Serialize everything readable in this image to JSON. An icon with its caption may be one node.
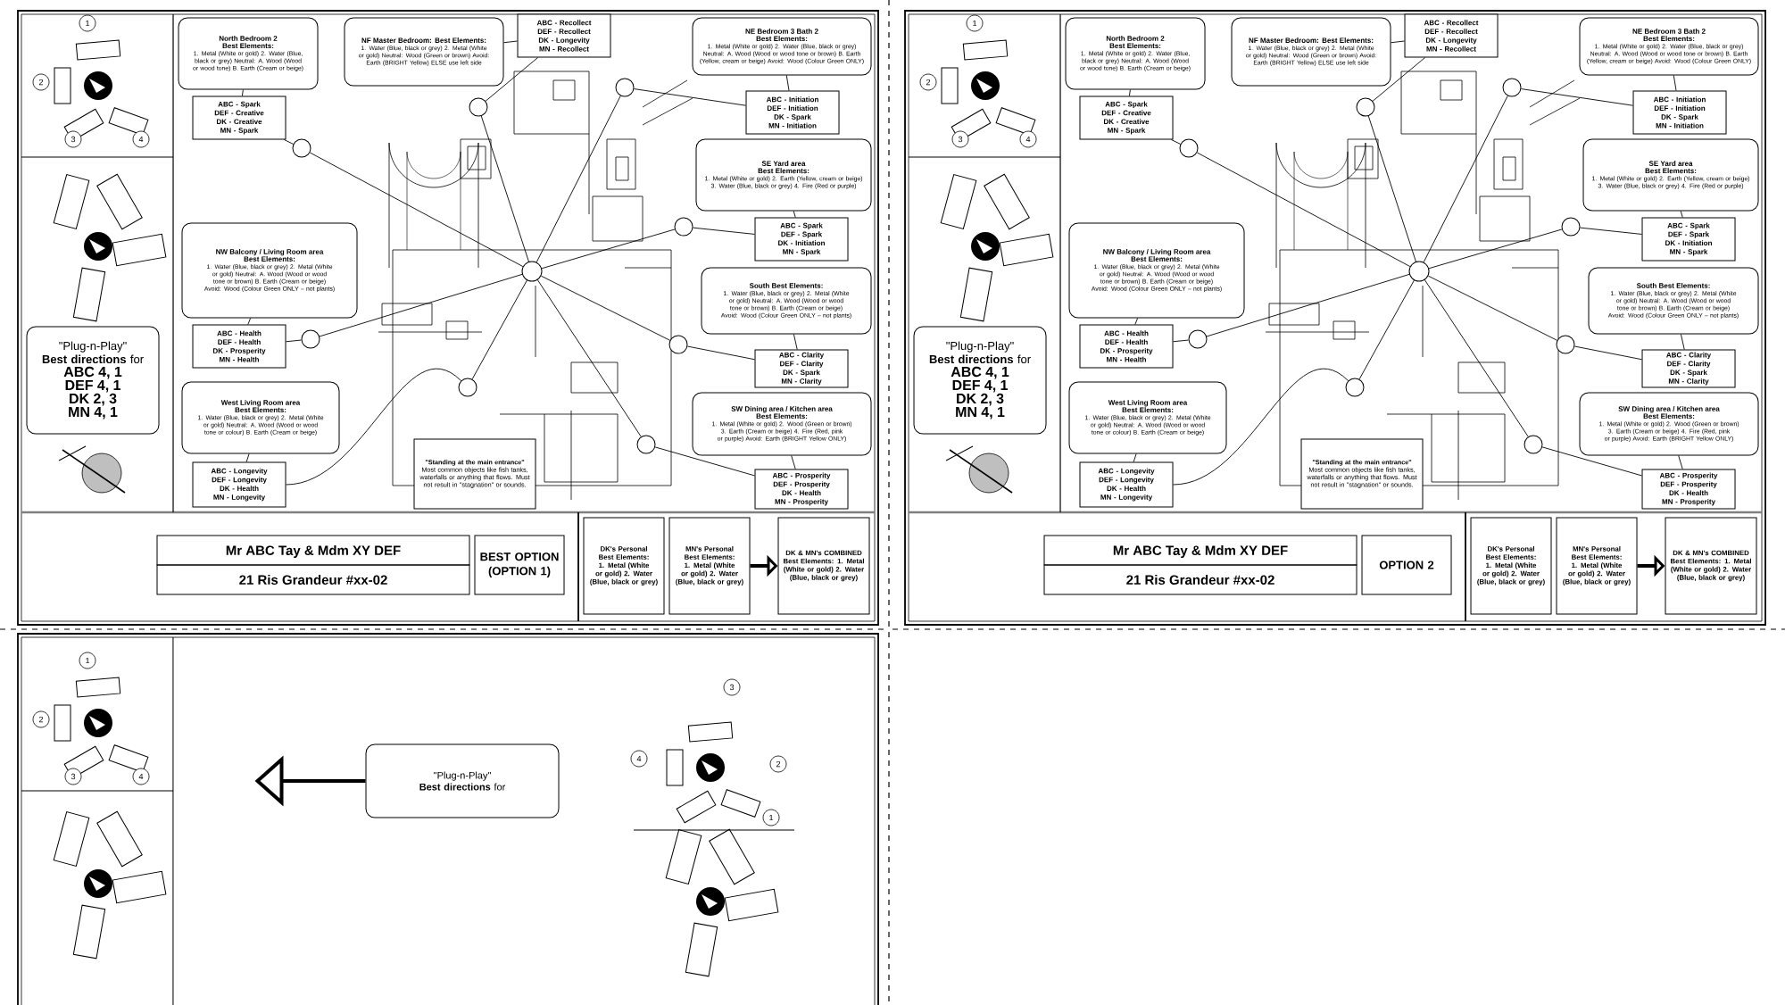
{
  "diagram": {
    "nodes": [
      {
        "text": [
          "North Bedroom 2",
          "Best Elements:",
          "1. Metal (White or gold) 2. Water (Blue, black or grey) Neutral: A. Wood (Wood or wood tone) B. Earth (Cream or beige)"
        ]
      },
      {
        "text": [
          "ABC - Spark",
          "DEF - Creative",
          "DK - Creative",
          "MN - Spark"
        ]
      },
      {
        "text": [
          "NF Master Bedroom: Best Elements:",
          "1. Water (Blue, black or grey) 2. Metal (White or gold) Neutral: Wood (Green or brown) Avoid: Earth (BRIGHT Yellow) ELSE use left side"
        ]
      },
      {
        "text": [
          "ABC - Recollect",
          "DEF - Recollect",
          "DK - Longevity",
          "MN - Recollect"
        ]
      },
      {
        "text": [
          "NE Bedroom 3 Bath 2",
          "Best Elements:",
          "1. Metal (White or gold) 2. Water (Blue, black or grey) Neutral: A. Wood (Wood or wood tone or brown) B. Earth (Yellow, cream or beige) Avoid: Wood (Colour Green ONLY)"
        ]
      },
      {
        "text": [
          "ABC - Initiation",
          "DEF - Initiation",
          "DK - Spark",
          "MN - Initiation"
        ]
      },
      {
        "text": [
          "SE Yard area",
          "Best Elements:",
          "1. Metal (White or gold) 2. Earth (Yellow, cream or beige) 3. Water (Blue, black or grey) 4. Fire (Red or purple)"
        ]
      },
      {
        "text": [
          "ABC - Spark",
          "DEF - Spark",
          "DK - Initiation",
          "MN - Spark"
        ]
      },
      {
        "text": [
          "NW Balcony / Living Room area",
          "Best Elements:",
          "1. Water (Blue, black or grey) 2. Metal (White or gold) Neutral: A. Wood (Wood or wood tone or brown) B. Earth (Cream or beige) Avoid: Wood (Colour Green ONLY – not plants)"
        ]
      },
      {
        "text": [
          "ABC - Health",
          "DEF - Health",
          "DK - Prosperity",
          "MN - Health"
        ]
      },
      {
        "text": [
          "South Best Elements:",
          "1. Water (Blue, black or grey) 2. Metal (White or gold) Neutral: A. Wood (Wood or wood tone or brown) B. Earth (Cream or beige) Avoid: Wood (Colour Green ONLY – not plants)"
        ]
      },
      {
        "text": [
          "ABC - Clarity",
          "DEF - Clarity",
          "DK - Spark",
          "MN - Clarity"
        ]
      },
      {
        "text": [
          "West Living Room area",
          "Best Elements:",
          "1. Water (Blue, black or grey) 2. Metal (White or gold) Neutral: A. Wood (Wood or wood tone or colour) B. Earth (Cream or beige)"
        ]
      },
      {
        "text": [
          "ABC - Longevity",
          "DEF - Longevity",
          "DK - Health",
          "MN - Longevity"
        ]
      },
      {
        "text": [
          "SW Dining area / Kitchen area",
          "Best Elements:",
          "1. Metal (White or gold) 2. Wood (Green or brown) 3. Earth (Cream or beige) 4. Fire (Red, pink or purple) Avoid: Earth (BRIGHT Yellow ONLY)"
        ]
      },
      {
        "text": [
          "ABC - Prosperity",
          "DEF - Prosperity",
          "DK - Health",
          "MN - Prosperity"
        ]
      },
      {
        "text": [
          "\"Standing at the main entrance\"",
          "Most common objects like fish tanks, waterfalls or anything that flows. Must not result in \"stagnation\" or sounds."
        ]
      },
      {
        "text": [
          "\"Plug-n-Play\"",
          "**Best directions** for",
          "ABC 4, 1",
          "DEF 4, 1",
          "DK 2, 3",
          "MN 4, 1"
        ]
      },
      {
        "text": [],
        "shape": "circle"
      },
      {
        "text": [],
        "shape": "circle"
      },
      {
        "text": [],
        "shape": "circle"
      },
      {
        "text": [],
        "shape": "circle"
      },
      {
        "text": [],
        "shape": "circle"
      },
      {
        "text": [],
        "shape": "circle"
      },
      {
        "text": [],
        "shape": "circle"
      },
      {
        "text": [],
        "shape": "circle"
      },
      {
        "text": [],
        "shape": "circle"
      },
      {
        "text": [
          "Mr ABC Tay & Mdm XY DEF",
          "21 Ris Grandeur #xx-02"
        ]
      },
      {
        "text": [
          "BEST OPTION (OPTION 1)"
        ]
      },
      {
        "text": [
          "DK's Personal Best Elements: 1. Metal (White or gold) 2. Water (Blue, black or grey)"
        ]
      },
      {
        "text": [
          "MN's Personal Best Elements: 1. Metal (White or gold) 2. Water (Blue, black or grey)"
        ]
      },
      {
        "text": [
          "DK & MN's COMBINED Best Elements: 1. Metal (White or gold) 2. Water (Blue, black or grey)"
        ]
      },
      {
        "text": [
          "North Bedroom 2",
          "Best Elements:",
          "1. Metal (White or gold) 2. Water (Blue, black or grey) Neutral: A. Wood (Wood or wood tone) B. Earth (Cream or beige)"
        ]
      },
      {
        "text": [
          "ABC - Spark",
          "DEF - Creative",
          "DK - Creative",
          "MN - Spark"
        ]
      },
      {
        "text": [
          "NF Master Bedroom: Best Elements:",
          "1. Water (Blue, black or grey) 2. Metal (White or gold) Neutral: Wood (Green or brown) Avoid: Earth (BRIGHT Yellow) ELSE use left side"
        ]
      },
      {
        "text": [
          "ABC - Recollect",
          "DEF - Recollect",
          "DK - Longevity",
          "MN - Recollect"
        ]
      },
      {
        "text": [
          "NE Bedroom 3 Bath 2",
          "Best Elements:",
          "1. Metal (White or gold) 2. Water (Blue, black or grey) Neutral: A. Wood (Wood or wood tone or brown) B. Earth (Yellow, cream or beige) Avoid: Wood (Colour Green ONLY)"
        ]
      },
      {
        "text": [
          "ABC - Initiation",
          "DEF - Initiation",
          "DK - Spark",
          "MN - Initiation"
        ]
      },
      {
        "text": [
          "SE Yard area",
          "Best Elements:",
          "1. Metal (White or gold) 2. Earth (Yellow, cream or beige) 3. Water (Blue, black or grey) 4. Fire (Red or purple)"
        ]
      },
      {
        "text": [
          "ABC - Spark",
          "DEF - Spark",
          "DK - Initiation",
          "MN - Spark"
        ]
      },
      {
        "text": [
          "NW Balcony / Living Room area",
          "Best Elements:",
          "1. Water (Blue, black or grey) 2. Metal (White or gold) Neutral: A. Wood (Wood or wood tone or brown) B. Earth (Cream or beige) Avoid: Wood (Colour Green ONLY – not plants)"
        ]
      },
      {
        "text": [
          "ABC - Health",
          "DEF - Health",
          "DK - Prosperity",
          "MN - Health"
        ]
      },
      {
        "text": [
          "South Best Elements:",
          "1. Water (Blue, black or grey) 2. Metal (White or gold) Neutral: A. Wood (Wood or wood tone or brown) B. Earth (Cream or beige) Avoid: Wood (Colour Green ONLY – not plants)"
        ]
      },
      {
        "text": [
          "ABC - Clarity",
          "DEF - Clarity",
          "DK - Spark",
          "MN - Clarity"
        ]
      },
      {
        "text": [
          "West Living Room area",
          "Best Elements:",
          "1. Water (Blue, black or grey) 2. Metal (White or gold) Neutral: A. Wood (Wood or wood tone or colour) B. Earth (Cream or beige)"
        ]
      },
      {
        "text": [
          "ABC - Longevity",
          "DEF - Longevity",
          "DK - Health",
          "MN - Longevity"
        ]
      },
      {
        "text": [
          "SW Dining area / Kitchen area",
          "Best Elements:",
          "1. Metal (White or gold) 2. Wood (Green or brown) 3. Earth (Cream or beige) 4. Fire (Red, pink or purple) Avoid: Earth (BRIGHT Yellow ONLY)"
        ]
      },
      {
        "text": [
          "ABC - Prosperity",
          "DEF - Prosperity",
          "DK - Health",
          "MN - Prosperity"
        ]
      },
      {
        "text": [
          "\"Standing at the main entrance\"",
          "Most common objects like fish tanks, waterfalls or anything that flows. Must not result in \"stagnation\" or sounds."
        ]
      },
      {
        "text": [
          "\"Plug-n-Play\"",
          "**Best directions** for",
          "ABC 4, 1",
          "DEF 4, 1",
          "DK 2, 3",
          "MN 4, 1"
        ]
      },
      {
        "text": [],
        "shape": "circle"
      },
      {
        "text": [],
        "shape": "circle"
      },
      {
        "text": [],
        "shape": "circle"
      },
      {
        "text": [],
        "shape": "circle"
      },
      {
        "text": [],
        "shape": "circle"
      },
      {
        "text": [],
        "shape": "circle"
      },
      {
        "text": [],
        "shape": "circle"
      },
      {
        "text": [],
        "shape": "circle"
      },
      {
        "text": [],
        "shape": "circle"
      },
      {
        "text": [
          "Mr ABC Tay & Mdm XY DEF",
          "21 Ris Grandeur #xx-02"
        ]
      },
      {
        "text": [
          "OPTION 2"
        ]
      },
      {
        "text": [
          "DK's Personal Best Elements: 1. Metal (White or gold) 2. Water (Blue, black or grey)"
        ]
      },
      {
        "text": [
          "MN's Personal Best Elements: 1. Metal (White or gold) 2. Water (Blue, black or grey)"
        ]
      },
      {
        "text": [
          "DK & MN's COMBINED Best Elements: 1. Metal (White or gold) 2. Water (Blue, black or grey)"
        ]
      },
      {
        "text": [
          "\"Plug-n-Play\"",
          "**Best directions** for"
        ]
      }
    ],
    "edges": [
      {
        "from": 0,
        "to": 1,
        "arrow": "none"
      },
      {
        "from": 2,
        "to": 3,
        "arrow": "none"
      },
      {
        "from": 4,
        "to": 5,
        "arrow": "none"
      },
      {
        "from": 6,
        "to": 7,
        "arrow": "none"
      },
      {
        "from": 8,
        "to": 9,
        "arrow": "none"
      },
      {
        "from": 10,
        "to": 11,
        "arrow": "none"
      },
      {
        "from": 12,
        "to": 13,
        "arrow": "none"
      },
      {
        "from": 14,
        "to": 15,
        "arrow": "none"
      },
      {
        "from": 1,
        "to": 18,
        "arrow": "none"
      },
      {
        "from": 3,
        "to": 19,
        "arrow": "none"
      },
      {
        "from": 5,
        "to": 20,
        "arrow": "none"
      },
      {
        "from": 7,
        "to": 21,
        "arrow": "none"
      },
      {
        "from": 9,
        "to": 22,
        "arrow": "none"
      },
      {
        "from": 11,
        "to": 23,
        "arrow": "none"
      },
      {
        "from": 13,
        "to": 24,
        "arrow": "none"
      },
      {
        "from": 15,
        "to": 25,
        "arrow": "none"
      },
      {
        "from": 18,
        "to": 26,
        "arrow": "none"
      },
      {
        "from": 19,
        "to": 26,
        "arrow": "none"
      },
      {
        "from": 20,
        "to": 26,
        "arrow": "none"
      },
      {
        "from": 21,
        "to": 26,
        "arrow": "none"
      },
      {
        "from": 22,
        "to": 26,
        "arrow": "none"
      },
      {
        "from": 23,
        "to": 26,
        "arrow": "none"
      },
      {
        "from": 24,
        "to": 26,
        "arrow": "none"
      },
      {
        "from": 25,
        "to": 26,
        "arrow": "none"
      },
      {
        "from": 30,
        "to": 31,
        "arrow": "to",
        "style": "thick"
      },
      {
        "from": 32,
        "to": 33,
        "arrow": "none"
      },
      {
        "from": 34,
        "to": 35,
        "arrow": "none"
      },
      {
        "from": 36,
        "to": 37,
        "arrow": "none"
      },
      {
        "from": 38,
        "to": 39,
        "arrow": "none"
      },
      {
        "from": 40,
        "to": 41,
        "arrow": "none"
      },
      {
        "from": 42,
        "to": 43,
        "arrow": "none"
      },
      {
        "from": 44,
        "to": 45,
        "arrow": "none"
      },
      {
        "from": 46,
        "to": 47,
        "arrow": "none"
      },
      {
        "from": 33,
        "to": 50,
        "arrow": "none"
      },
      {
        "from": 35,
        "to": 51,
        "arrow": "none"
      },
      {
        "from": 37,
        "to": 52,
        "arrow": "none"
      },
      {
        "from": 39,
        "to": 53,
        "arrow": "none"
      },
      {
        "from": 41,
        "to": 54,
        "arrow": "none"
      },
      {
        "from": 43,
        "to": 55,
        "arrow": "none"
      },
      {
        "from": 45,
        "to": 56,
        "arrow": "none"
      },
      {
        "from": 47,
        "to": 57,
        "arrow": "none"
      },
      {
        "from": 50,
        "to": 58,
        "arrow": "none"
      },
      {
        "from": 51,
        "to": 58,
        "arrow": "none"
      },
      {
        "from": 52,
        "to": 58,
        "arrow": "none"
      },
      {
        "from": 53,
        "to": 58,
        "arrow": "none"
      },
      {
        "from": 54,
        "to": 58,
        "arrow": "none"
      },
      {
        "from": 55,
        "to": 58,
        "arrow": "none"
      },
      {
        "from": 56,
        "to": 58,
        "arrow": "none"
      },
      {
        "from": 57,
        "to": 58,
        "arrow": "none"
      },
      {
        "from": 62,
        "to": 63,
        "arrow": "to",
        "style": "thick"
      },
      {
        "from": 64,
        "to": null,
        "arrow": "to",
        "style": "thick"
      }
    ],
    "labels": [
      "1",
      "2",
      "3",
      "4",
      "1",
      "2",
      "3",
      "4",
      "1",
      "2",
      "3",
      "4",
      "3",
      "4",
      "2",
      "1"
    ]
  }
}
